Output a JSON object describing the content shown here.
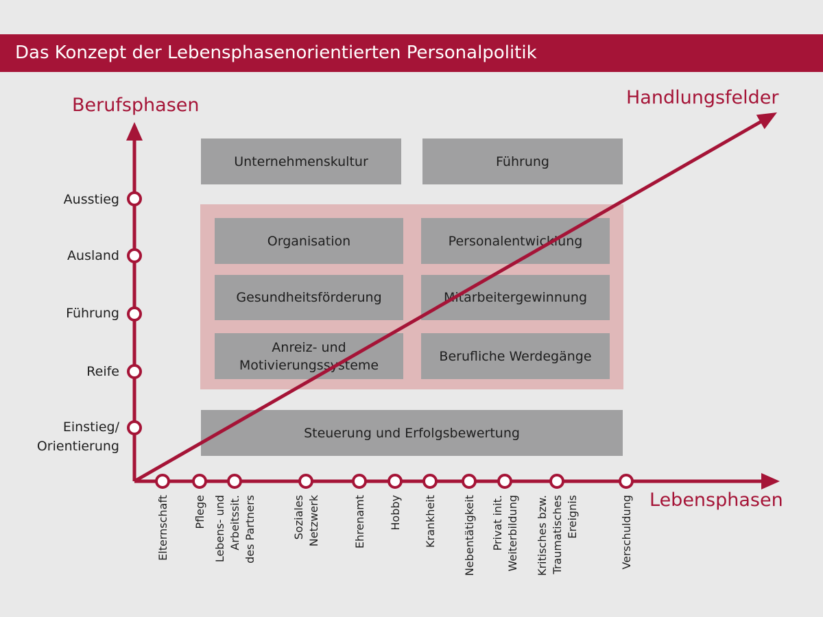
{
  "title": "Das Konzept der Lebensphasenorientierten Personalpolitik",
  "axes": {
    "vertical_label": "Berufsphasen",
    "horizontal_label": "Lebensphasen",
    "diagonal_label": "Handlungsfelder"
  },
  "career_phases": [
    "Einstieg/\nOrientierung",
    "Reife",
    "Führung",
    "Ausland",
    "Ausstieg"
  ],
  "life_phases": [
    "Elternschaft",
    "Pflege",
    "Lebens- und\nArbeitssit.\ndes Partners",
    "Soziales\nNetzwerk",
    "Ehrenamt",
    "Hobby",
    "Krankheit",
    "Nebentätigkeit",
    "Privat init.\nWeiterbildung",
    "Kritisches bzw.\nTraumatisches\nEreignis",
    "Verschuldung"
  ],
  "fields": {
    "culture": "Unternehmenskultur",
    "leadership": "Führung",
    "organisation": "Organisation",
    "hr_development": "Personalentwicklung",
    "health": "Gesundheitsförderung",
    "recruiting": "Mitarbeitergewinnung",
    "incentives": "Anreiz- und\nMotivierungssysteme",
    "careers": "Berufliche Werdegänge",
    "controlling": "Steuerung und Erfolgsbewertung"
  },
  "colors": {
    "accent": "#a51437",
    "box": "#a0a0a1",
    "core_frame": "#e0b8b9",
    "background": "#e9e9e9"
  }
}
